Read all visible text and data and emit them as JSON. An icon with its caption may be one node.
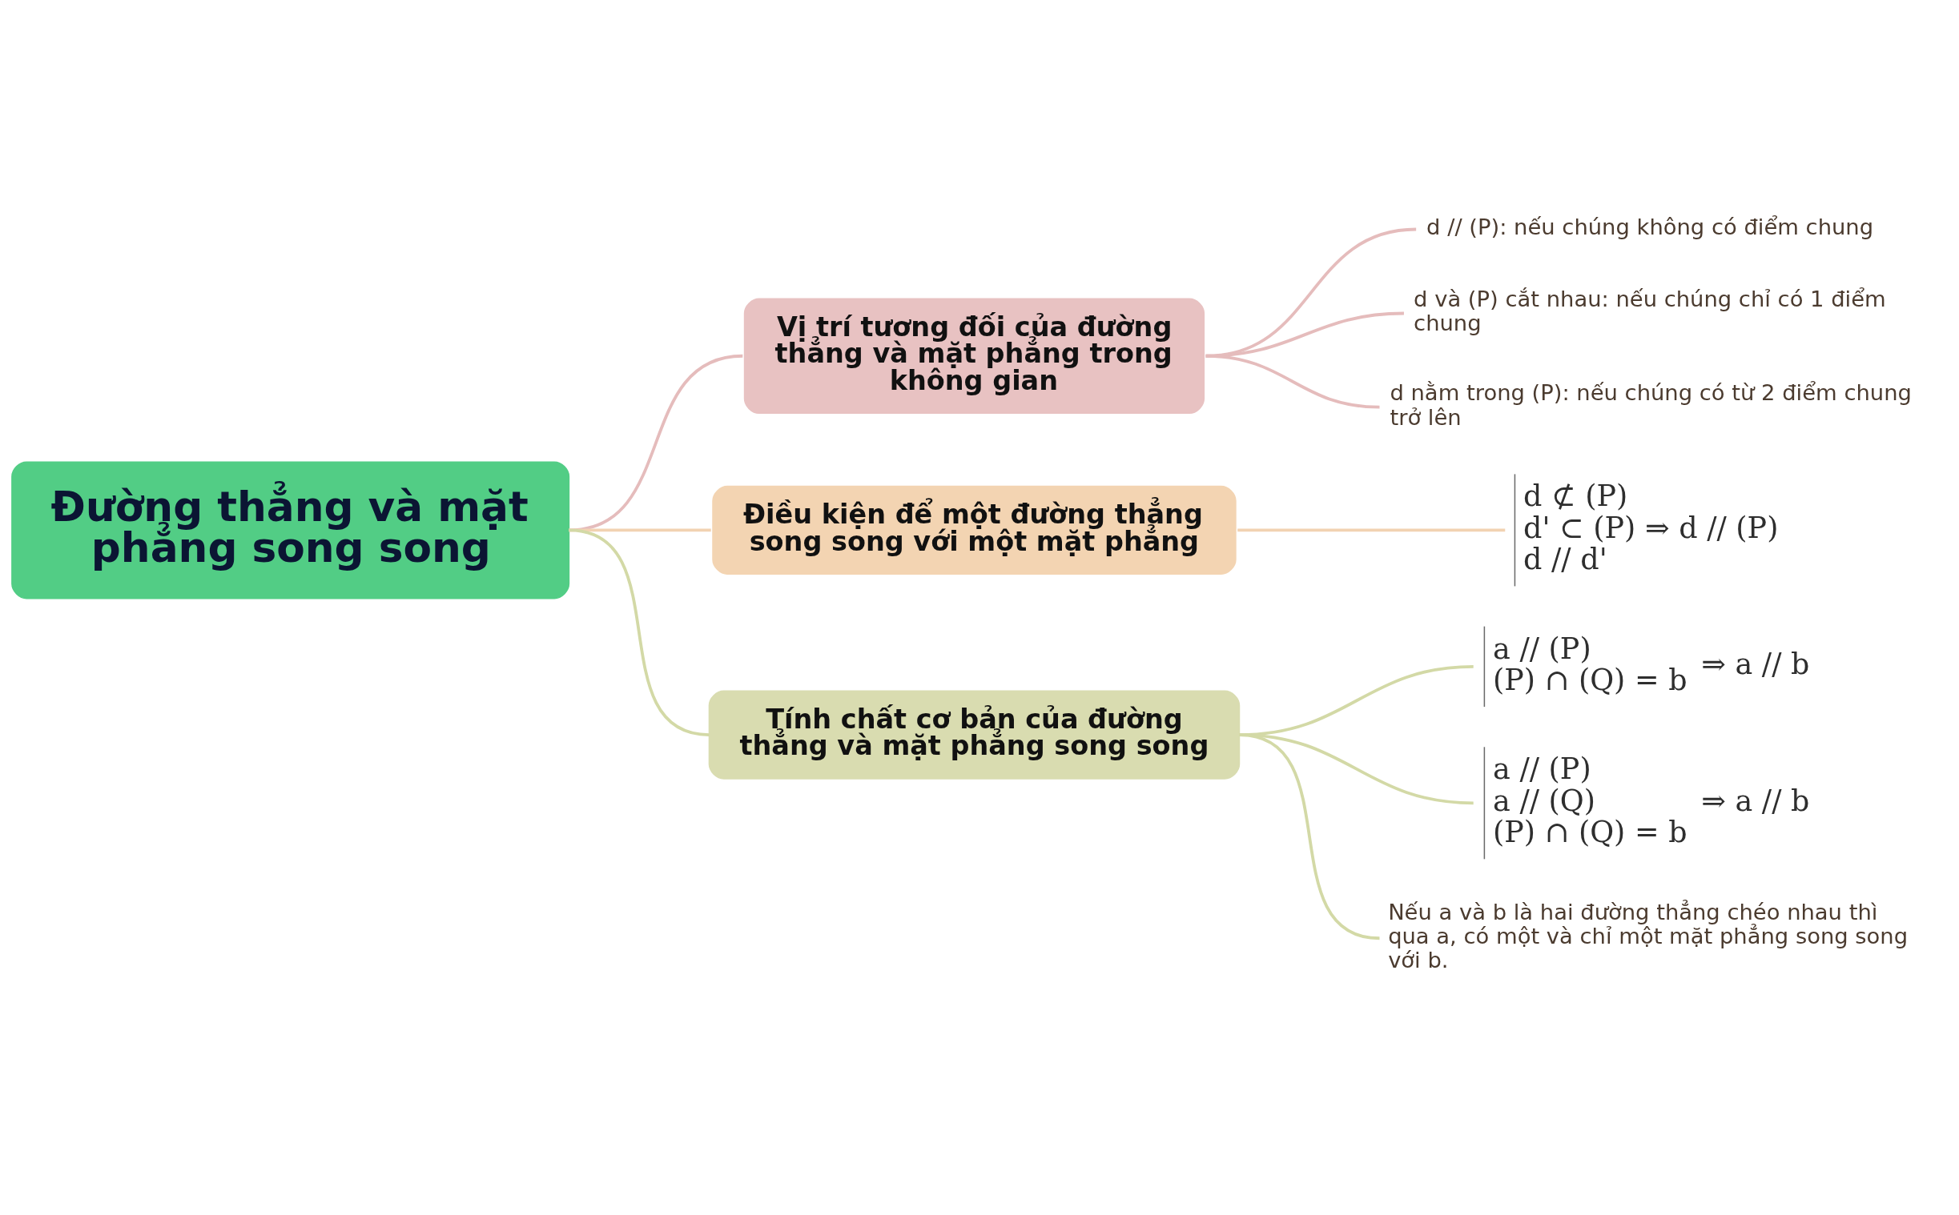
{
  "diagram": {
    "nodes": [
      {
        "text": [
          "Đường thẳng và mặt phẳng song song"
        ]
      },
      {
        "text": [
          "Vị trí tương đối của đường thẳng và mặt phẳng trong không gian"
        ]
      },
      {
        "text": [
          "d // (P): nếu chúng không có điểm chung"
        ]
      },
      {
        "text": [
          "d và (P) cắt nhau: nếu chúng chỉ có 1 điểm chung"
        ]
      },
      {
        "text": [
          "d nằm trong (P): nếu chúng có từ 2 điểm chung trở lên"
        ]
      },
      {
        "text": [
          "Điều kiện để một đường thẳng song song với một mặt phẳng"
        ]
      },
      {
        "text": [
          "d ⊄ (P)",
          "d' ⊂ (P) ⇒ d // (P)",
          "d // d'"
        ]
      },
      {
        "text": [
          "Tính chất cơ bản của đường thẳng và mặt phẳng song song"
        ]
      },
      {
        "text": [
          "a // (P)",
          "(P) ∩ (Q) = b",
          "⇒ a // b"
        ]
      },
      {
        "text": [
          "a // (P)",
          "a // (Q)",
          "(P) ∩ (Q) = b",
          "⇒ a // b"
        ]
      },
      {
        "text": [
          "Nếu a và b là hai đường thẳng chéo nhau thì qua a, có một và chỉ một mặt phẳng song song với b."
        ]
      }
    ],
    "edges": [
      {
        "from": 0,
        "to": 1,
        "arrow": "none",
        "color": "#e5bcbc"
      },
      {
        "from": 1,
        "to": 2,
        "arrow": "none",
        "color": "#e5bcbc"
      },
      {
        "from": 1,
        "to": 3,
        "arrow": "none",
        "color": "#e5bcbc"
      },
      {
        "from": 1,
        "to": 4,
        "arrow": "none",
        "color": "#e5bcbc"
      },
      {
        "from": 0,
        "to": 5,
        "arrow": "none",
        "color": "#f2d2b2"
      },
      {
        "from": 5,
        "to": 6,
        "arrow": "none",
        "color": "#f2d2b2"
      },
      {
        "from": 0,
        "to": 7,
        "arrow": "none",
        "color": "#d3d9a6"
      },
      {
        "from": 7,
        "to": 8,
        "arrow": "none",
        "color": "#d3d9a6"
      },
      {
        "from": 7,
        "to": 9,
        "arrow": "none",
        "color": "#d3d9a6"
      },
      {
        "from": 7,
        "to": 10,
        "arrow": "none",
        "color": "#d3d9a6"
      }
    ]
  }
}
